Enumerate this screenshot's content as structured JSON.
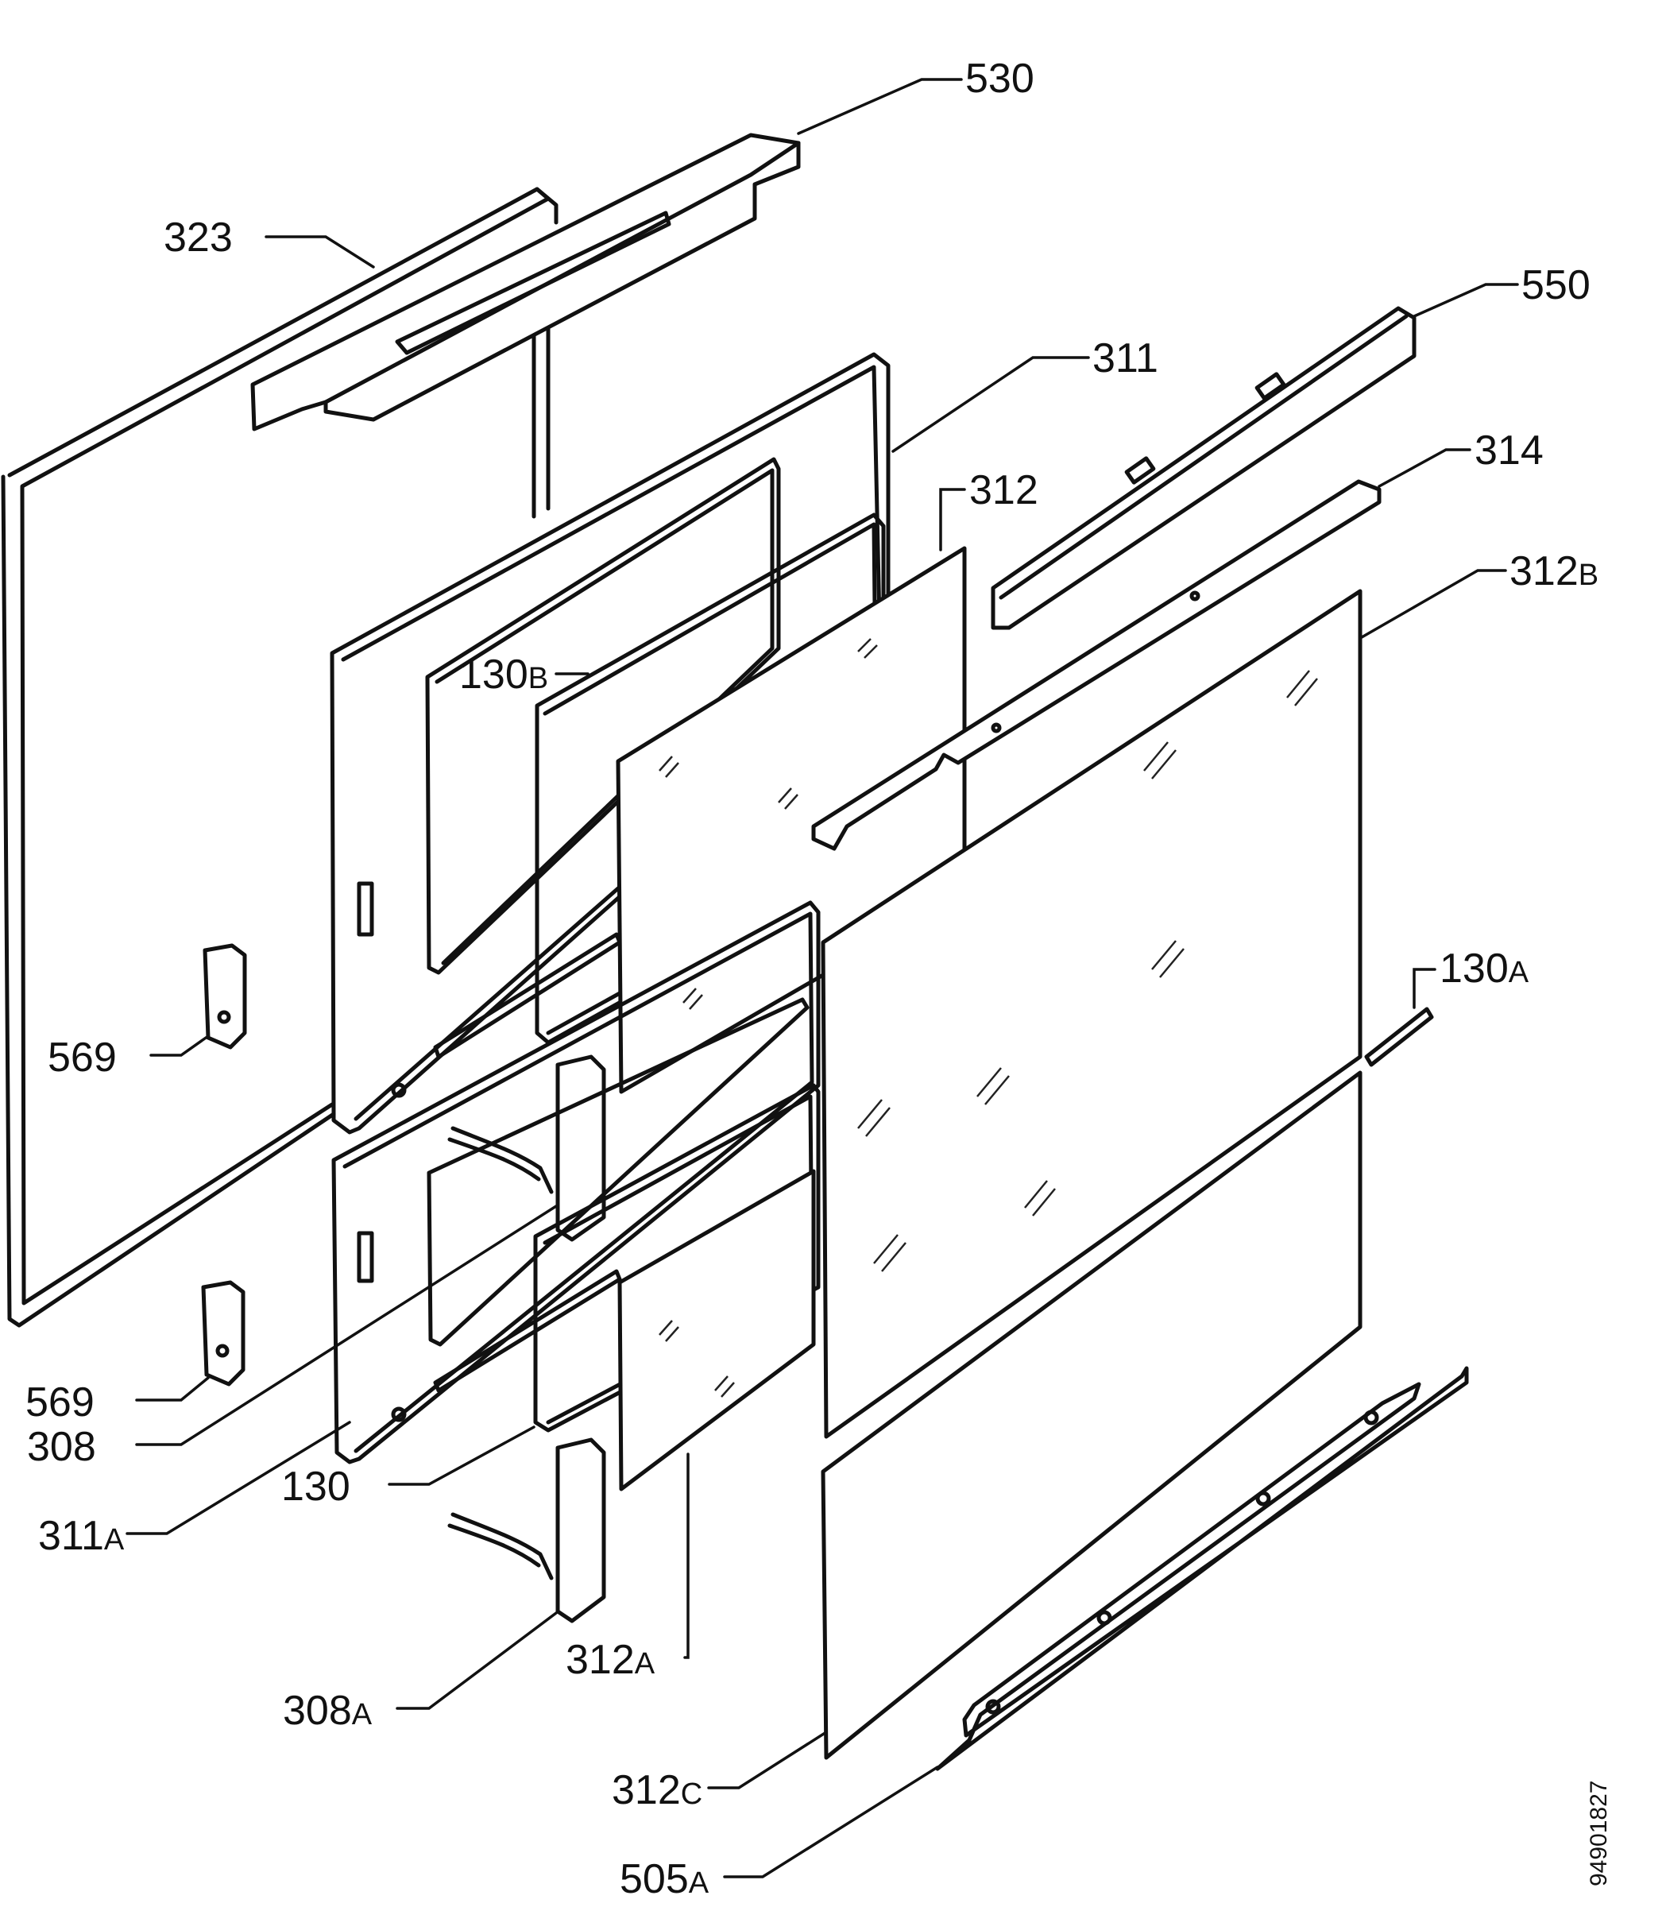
{
  "labels": {
    "p530": "530",
    "p323": "323",
    "p550": "550",
    "p311": "311",
    "p314": "314",
    "p312": "312",
    "p312b_num": "312",
    "p312b_suf": "B",
    "p130b_num": "130",
    "p130b_suf": "B",
    "p130a_num": "130",
    "p130a_suf": "A",
    "p569_upper": "569",
    "p569_lower": "569",
    "p308": "308",
    "p130": "130",
    "p311a_num": "311",
    "p311a_suf": "A",
    "p308a_num": "308",
    "p308a_suf": "A",
    "p312a_num": "312",
    "p312a_suf": "A",
    "p312c_num": "312",
    "p312c_suf": "C",
    "p505a_num": "505",
    "p505a_suf": "A"
  },
  "drawing_code": "94901827"
}
